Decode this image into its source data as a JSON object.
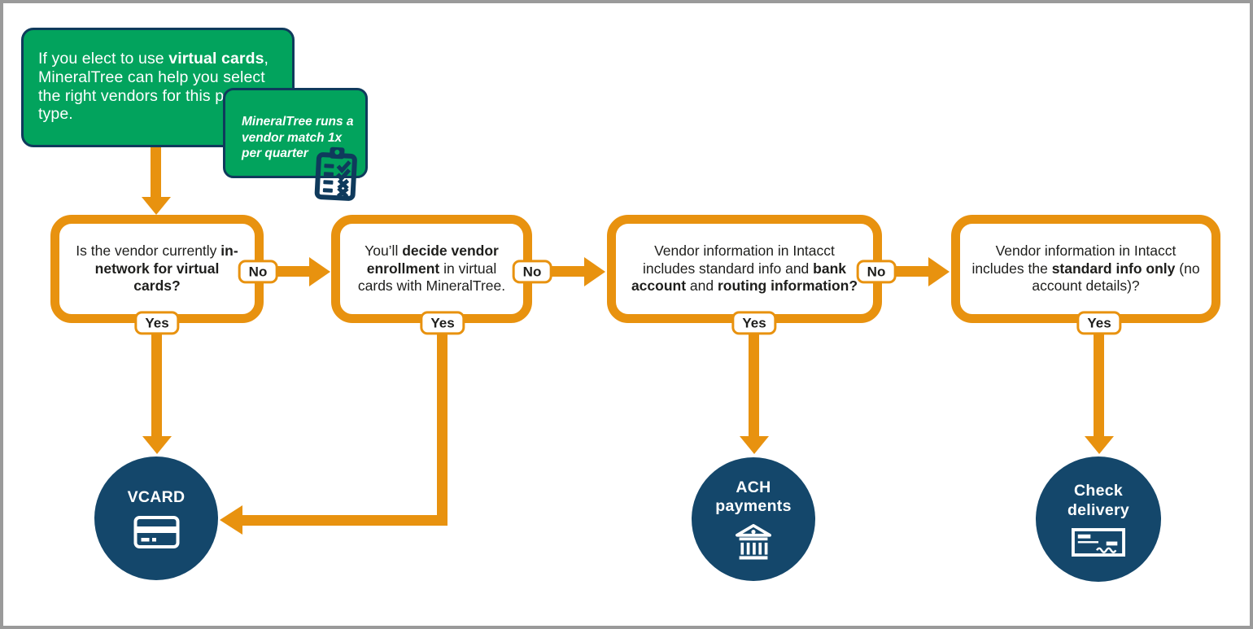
{
  "palette": {
    "green": "#02a35d",
    "orange": "#e8920f",
    "navy": "#14476b",
    "dark_navy": "#0f3a5c",
    "text_dark": "#1e1e1c",
    "frame_gray": "#9a9a9a",
    "white": "#ffffff"
  },
  "intro": {
    "main_note": {
      "segments": [
        {
          "t": "If you elect to use ",
          "b": false
        },
        {
          "t": "virtual cards",
          "b": true
        },
        {
          "t": ", MineralTree can help you select the right vendors for this payment type.",
          "b": false
        }
      ]
    },
    "side_note": "MineralTree runs a vendor match 1x per quarter",
    "side_note_icon": "clipboard-checklist-icon"
  },
  "decisions": [
    {
      "segments": [
        {
          "t": "Is the vendor currently ",
          "b": false
        },
        {
          "t": "in-network for virtual cards?",
          "b": true
        }
      ],
      "no_label": "No",
      "yes_label": "Yes"
    },
    {
      "segments": [
        {
          "t": "You’ll ",
          "b": false
        },
        {
          "t": "decide vendor enrollment",
          "b": true
        },
        {
          "t": " in virtual cards with MineralTree.",
          "b": false
        }
      ],
      "no_label": "No",
      "yes_label": "Yes"
    },
    {
      "segments": [
        {
          "t": "Vendor information in Intacct includes standard info and ",
          "b": false
        },
        {
          "t": "bank account",
          "b": true
        },
        {
          "t": " and ",
          "b": false
        },
        {
          "t": "routing information?",
          "b": true
        }
      ],
      "no_label": "No",
      "yes_label": "Yes"
    },
    {
      "segments": [
        {
          "t": "Vendor information in Intacct includes the ",
          "b": false
        },
        {
          "t": "standard info only",
          "b": true
        },
        {
          "t": " (no account details)?",
          "b": false
        }
      ],
      "yes_label": "Yes"
    }
  ],
  "outcomes": [
    {
      "label": "VCARD",
      "icon": "credit-card-icon"
    },
    {
      "label": "ACH\npayments",
      "icon": "bank-icon"
    },
    {
      "label": "Check\ndelivery",
      "icon": "paper-check-icon"
    }
  ]
}
